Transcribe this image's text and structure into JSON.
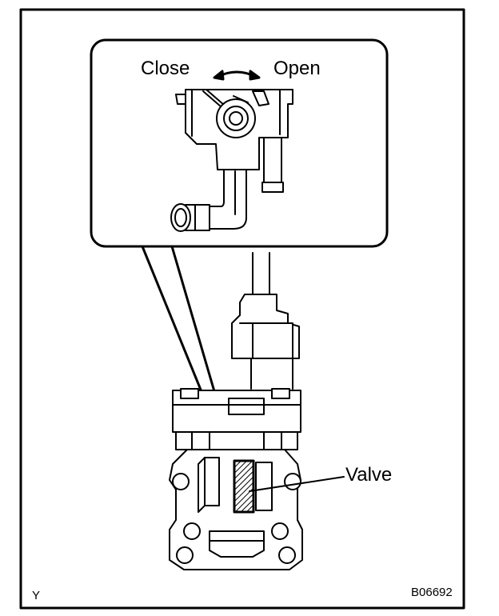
{
  "labels": {
    "close": "Close",
    "open": "Open",
    "valve": "Valve",
    "corner_mark": "Y",
    "figure_code": "B06692"
  },
  "colors": {
    "line": "#000000",
    "background": "#ffffff"
  }
}
